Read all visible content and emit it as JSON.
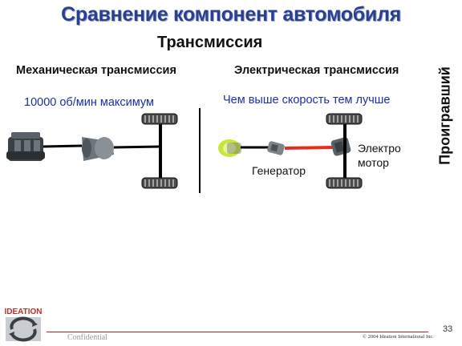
{
  "title": "Сравнение компонент автомобиля",
  "subtitle": "Трансмиссия",
  "left": {
    "heading": "Механическая трансмиссия",
    "note": "10000 об/мин максимум"
  },
  "right": {
    "heading": "Электрическая  трансмиссия",
    "note": "Чем выше скорость тем лучше",
    "generator_label": "Генератор",
    "motor_label_line1": "Электро",
    "motor_label_line2": "мотор"
  },
  "verdict": "Проигравший",
  "footer": {
    "logo_text": "IDEATION",
    "confidential": "Confidential",
    "copyright": "© 2004 Ideation International Inc.",
    "page_number": "33"
  },
  "colors": {
    "title": "#2b3f8f",
    "note": "#1a2fa8",
    "electric_link": "#e0301e",
    "generator": "#c6e63a",
    "footer_line": "#9b2a2a",
    "logo_red": "#b8322a"
  }
}
